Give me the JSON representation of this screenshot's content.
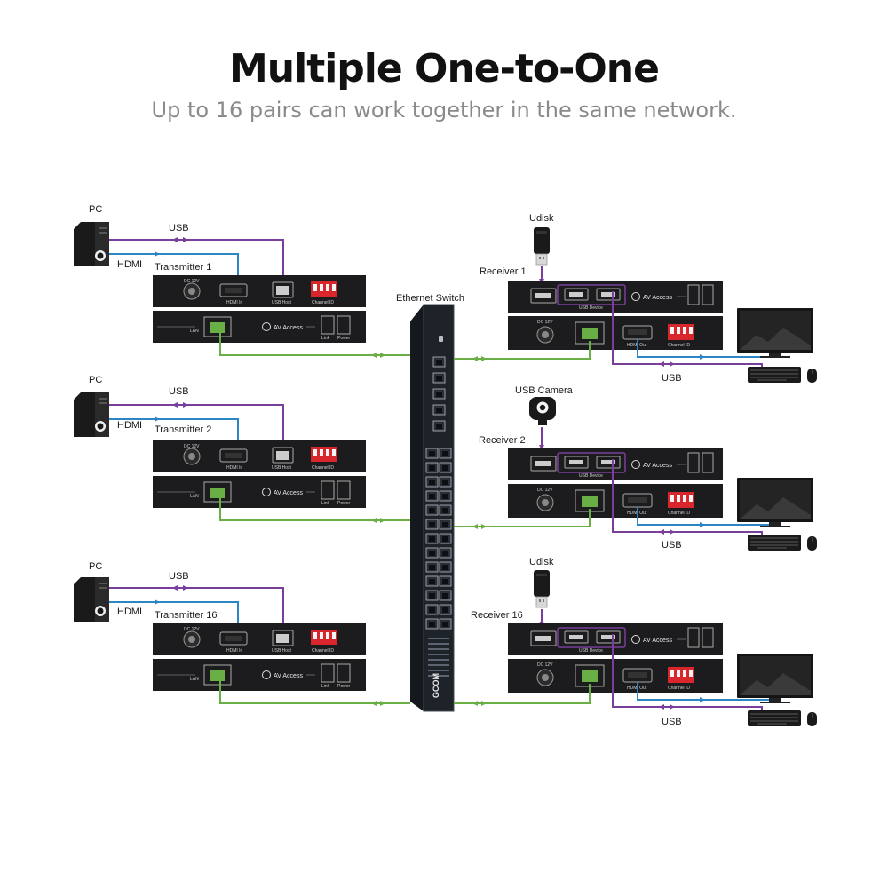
{
  "header": {
    "title": "Multiple One-to-One",
    "subtitle": "Up to 16 pairs can work together in the same network."
  },
  "switch": {
    "label": "Ethernet Switch",
    "brand": "GCOM"
  },
  "device_text": {
    "dc": "DC 12V",
    "hdmi_in": "HDMI In",
    "hdmi_out": "HDMI Out",
    "usb_host": "USB Host",
    "usb_device": "USB Device",
    "channel_id": "Channel ID",
    "lan": "LAN",
    "brand": "AV Access",
    "link": "Link",
    "power": "Power"
  },
  "transmitters": [
    {
      "name": "Transmitter 1",
      "pc": "PC",
      "usb": "USB",
      "hdmi": "HDMI"
    },
    {
      "name": "Transmitter 2",
      "pc": "PC",
      "usb": "USB",
      "hdmi": "HDMI"
    },
    {
      "name": "Transmitter 16",
      "pc": "PC",
      "usb": "USB",
      "hdmi": "HDMI"
    }
  ],
  "receivers": [
    {
      "name": "Receiver 1",
      "peripheral": "Udisk",
      "usb": "USB"
    },
    {
      "name": "Receiver 2",
      "peripheral": "USB Camera",
      "usb": "USB"
    },
    {
      "name": "Receiver 16",
      "peripheral": "Udisk",
      "usb": "USB"
    }
  ],
  "colors": {
    "usb_cable": "#7a3f9c",
    "hdmi_cable": "#2c86c6",
    "lan_cable": "#6aaf45",
    "device_body": "#1c1c1e",
    "channel_switch": "#d9262c"
  }
}
